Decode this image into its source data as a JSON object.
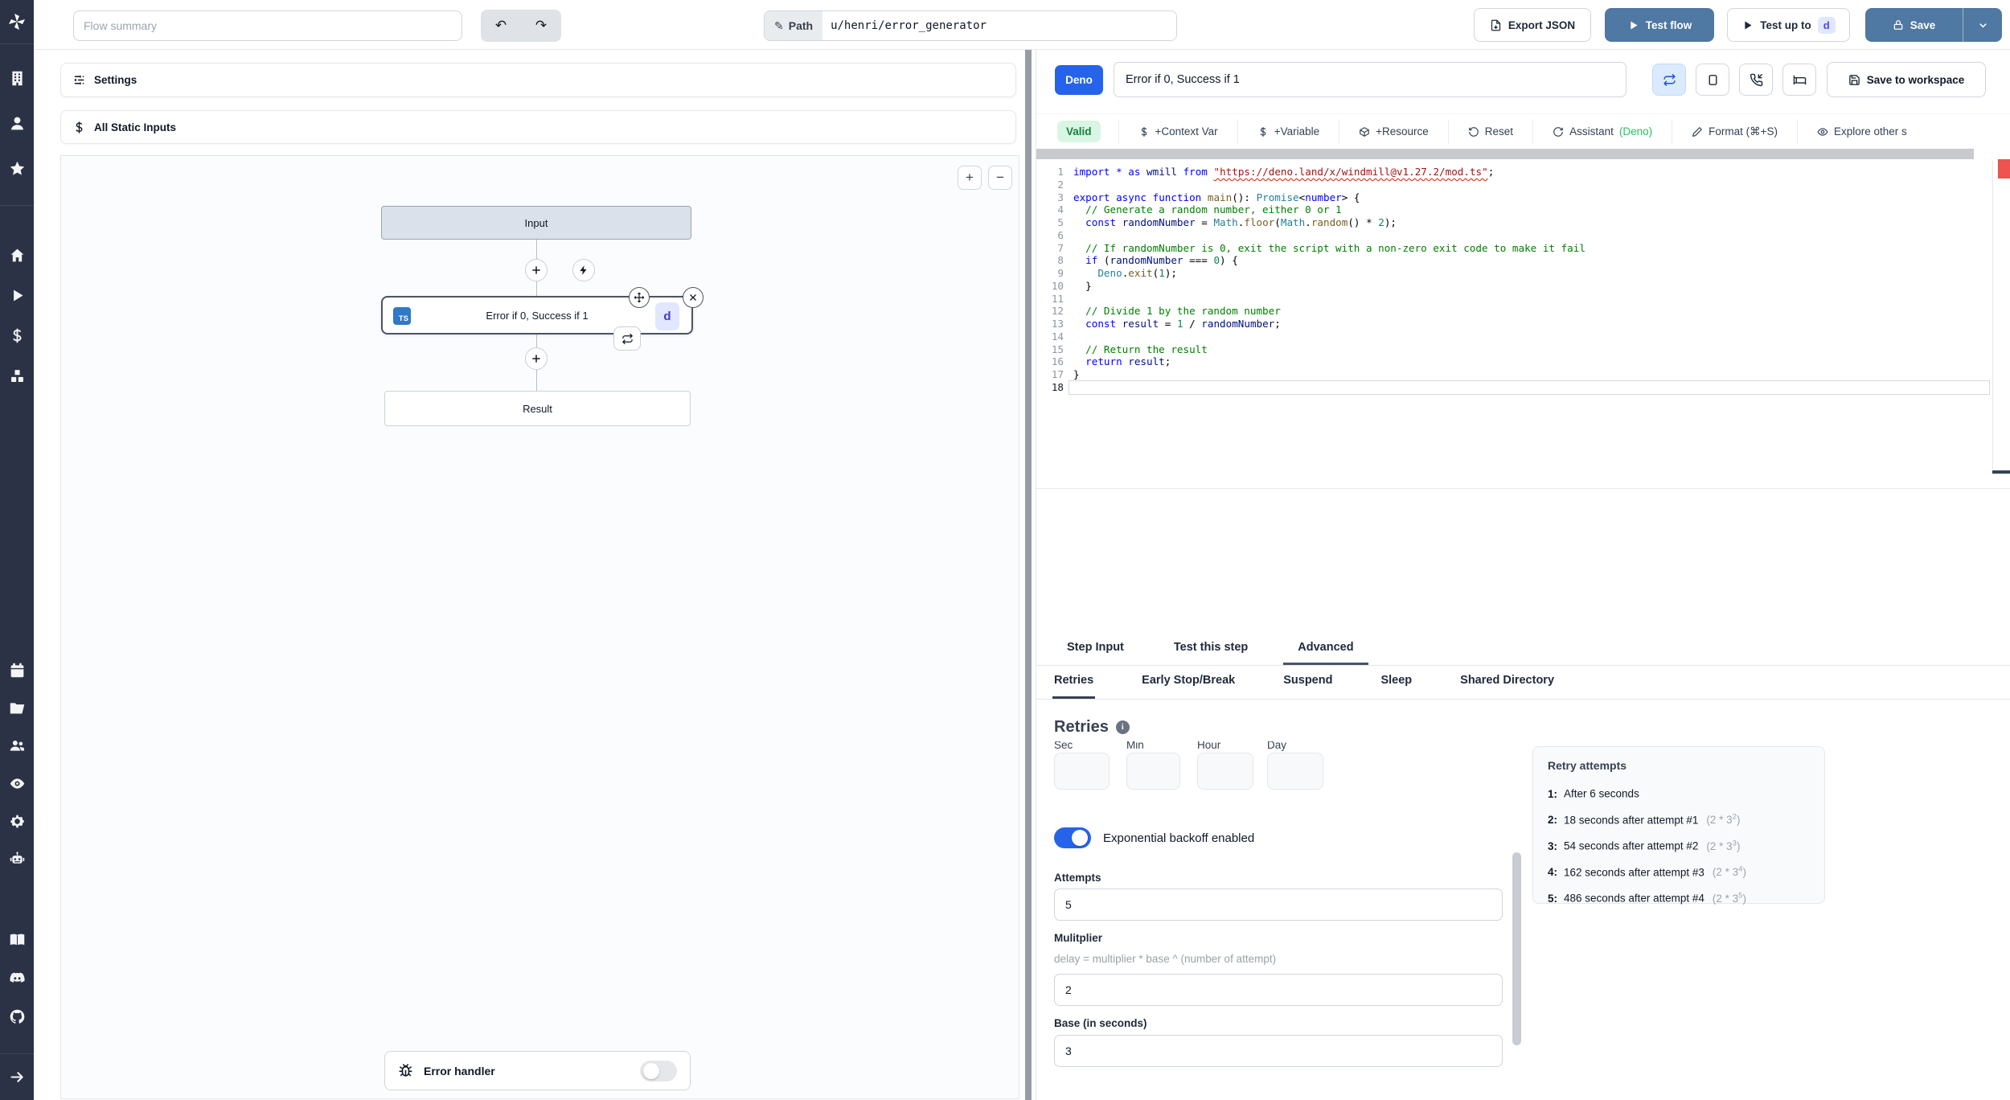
{
  "colors": {
    "sidebar_bg": "#2b3245",
    "primary_button": "#4f78a2",
    "deno_badge": "#2563eb",
    "valid_bg": "#d8f6e3",
    "valid_text": "#15803d",
    "toggle_on": "#2563eb",
    "ts_badge": "#3178c6",
    "d_badge_bg": "#e0e7ff",
    "d_badge_text": "#4f46e5",
    "error_marker": "#ef5350"
  },
  "topbar": {
    "flow_summary_placeholder": "Flow summary",
    "path_label": "Path",
    "path_value": "u/henri/error_generator",
    "export_json": "Export JSON",
    "test_flow": "Test flow",
    "test_up_to": "Test up to",
    "test_up_to_badge": "d",
    "save": "Save"
  },
  "sidebar": {
    "groups": [
      [
        "building",
        "person",
        "star"
      ],
      [
        "home",
        "play",
        "dollar",
        "cubes"
      ],
      [
        "calendar",
        "folder",
        "users",
        "eye",
        "gear",
        "robot"
      ],
      [
        "book",
        "discord",
        "github"
      ]
    ],
    "bottom": [
      "arrow-right"
    ]
  },
  "left_panel": {
    "settings": "Settings",
    "all_static_inputs": "All Static Inputs",
    "node_input": "Input",
    "node_step_title": "Error if 0, Success if 1",
    "node_step_lang_badge": "TS",
    "node_step_suspend_badge": "d",
    "node_result": "Result",
    "error_handler_label": "Error handler",
    "error_handler_enabled": false,
    "zoom_in": "+",
    "zoom_out": "−"
  },
  "editor_header": {
    "language_badge": "Deno",
    "title_value": "Error if 0, Success if 1",
    "save_to_workspace": "Save to workspace"
  },
  "toolbar": {
    "valid": "Valid",
    "context_var": "+Context Var",
    "variable": "+Variable",
    "resource": "+Resource",
    "reset": "Reset",
    "assistant": "Assistant ",
    "assistant_lang": "(Deno)",
    "format": "Format (⌘+S)",
    "explore": "Explore other s"
  },
  "editor": {
    "lines": [
      [
        [
          "kw",
          "import"
        ],
        [
          "pl",
          " "
        ],
        [
          "kw",
          "*"
        ],
        [
          "pl",
          " "
        ],
        [
          "kw",
          "as"
        ],
        [
          "pl",
          " "
        ],
        [
          "var",
          "wmill"
        ],
        [
          "pl",
          " "
        ],
        [
          "kw",
          "from"
        ],
        [
          "pl",
          " "
        ],
        [
          "str sq",
          "\"https://deno.land/x/windmill@v1.27.2/mod.ts\""
        ],
        [
          "pl",
          ";"
        ]
      ],
      [],
      [
        [
          "kw",
          "export"
        ],
        [
          "pl",
          " "
        ],
        [
          "kw",
          "async"
        ],
        [
          "pl",
          " "
        ],
        [
          "kw",
          "function"
        ],
        [
          "pl",
          " "
        ],
        [
          "fn",
          "main"
        ],
        [
          "pl",
          "(): "
        ],
        [
          "type",
          "Promise"
        ],
        [
          "pl",
          "<"
        ],
        [
          "kw",
          "number"
        ],
        [
          "pl",
          "> {"
        ]
      ],
      [
        [
          "pl",
          "  "
        ],
        [
          "com",
          "// Generate a random number, either 0 or 1"
        ]
      ],
      [
        [
          "pl",
          "  "
        ],
        [
          "kw",
          "const"
        ],
        [
          "pl",
          " "
        ],
        [
          "var",
          "randomNumber"
        ],
        [
          "pl",
          " = "
        ],
        [
          "type",
          "Math"
        ],
        [
          "pl",
          "."
        ],
        [
          "fn",
          "floor"
        ],
        [
          "pl",
          "("
        ],
        [
          "type",
          "Math"
        ],
        [
          "pl",
          "."
        ],
        [
          "fn",
          "random"
        ],
        [
          "pl",
          "() * "
        ],
        [
          "num",
          "2"
        ],
        [
          "pl",
          ");"
        ]
      ],
      [],
      [
        [
          "pl",
          "  "
        ],
        [
          "com",
          "// If randomNumber is 0, exit the script with a non-zero exit code to make it fail"
        ]
      ],
      [
        [
          "pl",
          "  "
        ],
        [
          "kw",
          "if"
        ],
        [
          "pl",
          " ("
        ],
        [
          "var",
          "randomNumber"
        ],
        [
          "pl",
          " === "
        ],
        [
          "num",
          "0"
        ],
        [
          "pl",
          ") {"
        ]
      ],
      [
        [
          "pl",
          "    "
        ],
        [
          "type",
          "Deno"
        ],
        [
          "pl",
          "."
        ],
        [
          "fn",
          "exit"
        ],
        [
          "pl",
          "("
        ],
        [
          "num",
          "1"
        ],
        [
          "pl",
          ");"
        ]
      ],
      [
        [
          "pl",
          "  }"
        ]
      ],
      [],
      [
        [
          "pl",
          "  "
        ],
        [
          "com",
          "// Divide 1 by the random number"
        ]
      ],
      [
        [
          "pl",
          "  "
        ],
        [
          "kw",
          "const"
        ],
        [
          "pl",
          " "
        ],
        [
          "var",
          "result"
        ],
        [
          "pl",
          " = "
        ],
        [
          "num",
          "1"
        ],
        [
          "pl",
          " / "
        ],
        [
          "var",
          "randomNumber"
        ],
        [
          "pl",
          ";"
        ]
      ],
      [],
      [
        [
          "pl",
          "  "
        ],
        [
          "com",
          "// Return the result"
        ]
      ],
      [
        [
          "pl",
          "  "
        ],
        [
          "kw",
          "return"
        ],
        [
          "pl",
          " "
        ],
        [
          "var",
          "result"
        ],
        [
          "pl",
          ";"
        ]
      ],
      [
        [
          "pl",
          "}"
        ]
      ],
      []
    ],
    "current_line": 18
  },
  "tabs": {
    "main": [
      "Step Input",
      "Test this step",
      "Advanced"
    ],
    "active_main": "Advanced",
    "sub": [
      "Retries",
      "Early Stop/Break",
      "Suspend",
      "Sleep",
      "Shared Directory"
    ],
    "active_sub": "Retries"
  },
  "retries": {
    "heading": "Retries",
    "time_labels": [
      "Sec",
      "Min",
      "Hour",
      "Day"
    ],
    "backoff_label": "Exponential backoff enabled",
    "backoff_enabled": true,
    "attempts_label": "Attempts",
    "attempts_value": "5",
    "multiplier_label": "Mulitplier",
    "multiplier_help": "delay = multiplier * base ^ (number of attempt)",
    "multiplier_value": "2",
    "base_label": "Base (in seconds)",
    "base_value": "3"
  },
  "retry_attempts": {
    "title": "Retry attempts",
    "rows": [
      {
        "n": "1:",
        "text": "After 6 seconds",
        "f1": "",
        "exp": "",
        "f2": ""
      },
      {
        "n": "2:",
        "text": "18 seconds after attempt #1",
        "f1": "(2 * 3",
        "exp": "2",
        "f2": ")"
      },
      {
        "n": "3:",
        "text": "54 seconds after attempt #2",
        "f1": "(2 * 3",
        "exp": "3",
        "f2": ")"
      },
      {
        "n": "4:",
        "text": "162 seconds after attempt #3",
        "f1": "(2 * 3",
        "exp": "4",
        "f2": ")"
      },
      {
        "n": "5:",
        "text": "486 seconds after attempt #4",
        "f1": "(2 * 3",
        "exp": "5",
        "f2": ")"
      }
    ]
  }
}
